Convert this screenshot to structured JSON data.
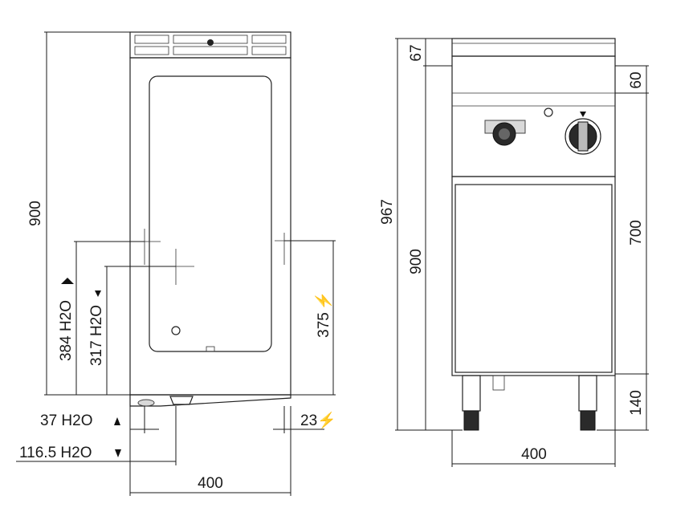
{
  "left_view": {
    "height": "900",
    "width": "400",
    "water_inlet_height": "384 H2O",
    "water_inlet_offset": "37 H2O",
    "drain_height": "317 H2O",
    "drain_offset": "116.5 H2O",
    "electric_height": "375",
    "electric_offset": "23"
  },
  "right_view": {
    "total_height": "967",
    "height": "900",
    "top_edge": "67",
    "panel_gap": "60",
    "cabinet_height": "700",
    "legs_height": "140",
    "width": "400"
  }
}
